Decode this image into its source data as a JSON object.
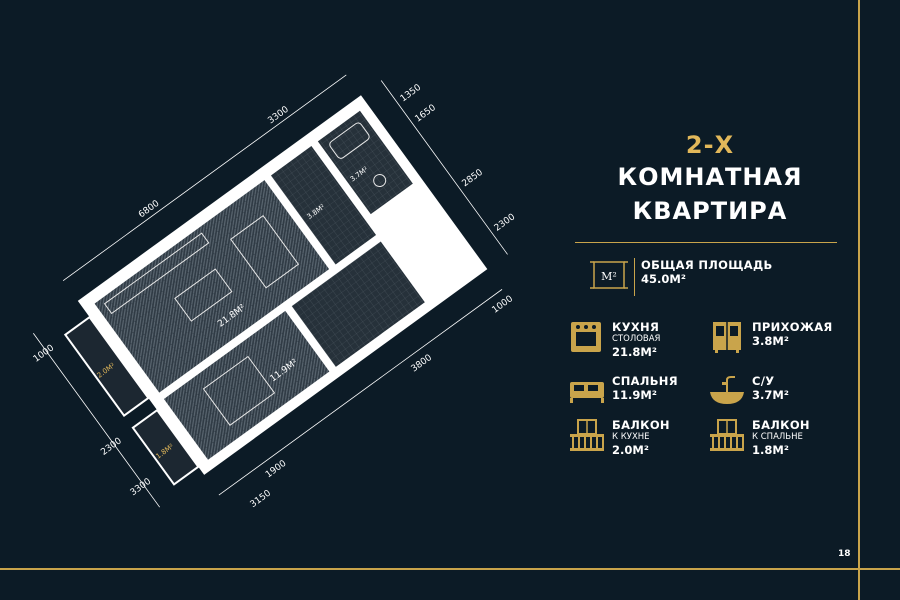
{
  "title": {
    "line1": "2-Х",
    "line2": "КОМНАТНАЯ",
    "line3": "КВАРТИРА"
  },
  "total": {
    "icon": "area-m2-icon",
    "icon_text": "М²",
    "label": "ОБЩАЯ ПЛОЩАДЬ",
    "value": "45.0М²"
  },
  "rooms": [
    {
      "icon": "stove-icon",
      "label": "КУХНЯ",
      "sub": "СТОЛОВАЯ",
      "value": "21.8М²"
    },
    {
      "icon": "wardrobe-icon",
      "label": "ПРИХОЖАЯ",
      "sub": "",
      "value": "3.8М²"
    },
    {
      "icon": "bed-icon",
      "label": "СПАЛЬНЯ",
      "sub": "",
      "value": "11.9М²"
    },
    {
      "icon": "sink-icon",
      "label": "С/У",
      "sub": "",
      "value": "3.7М²"
    },
    {
      "icon": "balcony-icon",
      "label": "БАЛКОН",
      "sub": "К КУХНЕ",
      "value": "2.0М²"
    },
    {
      "icon": "balcony-icon",
      "label": "БАЛКОН",
      "sub": "К СПАЛЬНЕ",
      "value": "1.8М²"
    }
  ],
  "plan": {
    "dimensions": [
      "3300",
      "6800",
      "1350",
      "1650",
      "1000",
      "2850",
      "2300",
      "2300",
      "3300",
      "3800",
      "1900",
      "3150",
      "1000"
    ],
    "room_areas": [
      "21.8М²",
      "3.8М²",
      "3.7М²",
      "11.9М²",
      "2.0М²",
      "1.8М²"
    ]
  },
  "page_number": "18",
  "colors": {
    "background": "#0c1b26",
    "accent": "#c9a44b",
    "title_accent": "#e2b85a"
  }
}
